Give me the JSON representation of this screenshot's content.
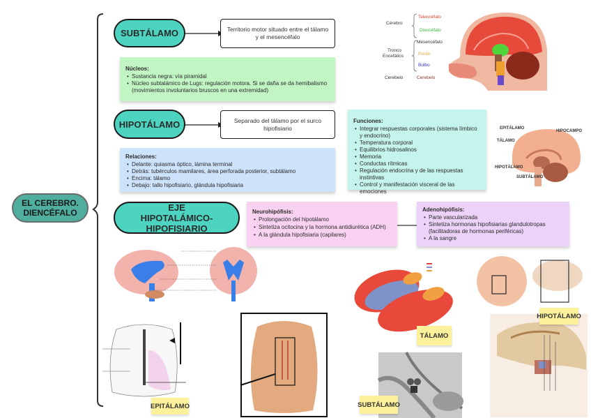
{
  "root": {
    "label_line1": "EL CEREBRO.",
    "label_line2": "DIENCÉFALO"
  },
  "subtalamo": {
    "title": "SUBTÁLAMO",
    "definition": "Territorio motor situado entre el tálamo y el mesencéfalo",
    "notes": {
      "title": "Núcleos:",
      "items": [
        "Sustancia negra: vía piramidal",
        "Núcleo subtalámico de Lugs: regulación motora. Si se daña se da hemibalismo (movimientos involuntarios bruscos en una extremidad)"
      ]
    }
  },
  "hipotalamo": {
    "title": "HIPOTÁLAMO",
    "definition": "Separado del tálamo por el surco hipofisiario",
    "relaciones": {
      "title": "Relaciones:",
      "items": [
        "Delante: quiasma óptico, lámina terminal",
        "Detrás: tubérculos mamilares, área perforada posterior, subtálamo",
        "Encima: tálamo",
        "Debajo: tallo hipofisiario, glándula hipofisiaria"
      ]
    },
    "funciones": {
      "title": "Funciones:",
      "items": [
        "Integrar respuestas corporales (sistema límbico y endocrino)",
        "Temperatura corporal",
        "Equilibrios hidrosalinos",
        "Memoria",
        "Conductas rítmicas",
        "Regulación endocrina y de las respuestas instintivas",
        "Control y manifestación visceral de las emociones"
      ]
    }
  },
  "eje": {
    "title_line1": "EJE",
    "title_line2": "HIPOTALÁMICO-HIPOFISIARIO",
    "neuro": {
      "title": "Neurohipófisis:",
      "items": [
        "Prolongación del hipotálamo",
        "Sintetiza ocitocina y la hormona antidiurética (ADH)",
        "A la glándula hipofisiaria (capilares)"
      ]
    },
    "adeno": {
      "title": "Adenohipófisis:",
      "items": [
        "Parte vascularizada",
        "Sintetiza hormonas hipofisiarias glandulotropas (facilitadoras de hormonas periféricas)",
        "A la sangre"
      ]
    }
  },
  "brain_figure": {
    "groups": [
      {
        "label": "Cérebro",
        "parts": [
          {
            "name": "Telencéfalo",
            "color": "#e0442e"
          },
          {
            "name": "Diencéfalo",
            "color": "#3dbb3d"
          }
        ]
      },
      {
        "label_line1": "Tronco",
        "label_line2": "Encefálico",
        "parts": [
          {
            "name": "Mesencéfalo",
            "color": "#333333"
          },
          {
            "name": "Ponte",
            "color": "#e8a43a"
          },
          {
            "name": "Bulbo",
            "color": "#3a3acb"
          }
        ]
      },
      {
        "label": "Cerebelo",
        "parts": [
          {
            "name": "Cerebelo",
            "color": "#8b3a2a"
          }
        ]
      }
    ]
  },
  "sagittal_figure": {
    "labels": [
      "EPITÁLAMO",
      "HIPOCAMPO",
      "TÁLAMO",
      "HIPOTÁLAMO",
      "SUBTÁLAMO"
    ]
  },
  "sticky_labels": {
    "talamo": "TÁLAMO",
    "hipotalamo": "HIPOTÁLAMO",
    "epitalamo": "EPITÁLAMO",
    "subtalamo": "SUBTÁLAMO"
  },
  "colors": {
    "pill": "#4dd4c0",
    "root_pill": "#4fae9e",
    "green_note": "#c2f5c4",
    "blue_note": "#cde2fb",
    "teal_note": "#c4f4ec",
    "pink_note": "#fad2f1",
    "lilac_note": "#ecd2f8",
    "sticky": "#fdf29b"
  }
}
